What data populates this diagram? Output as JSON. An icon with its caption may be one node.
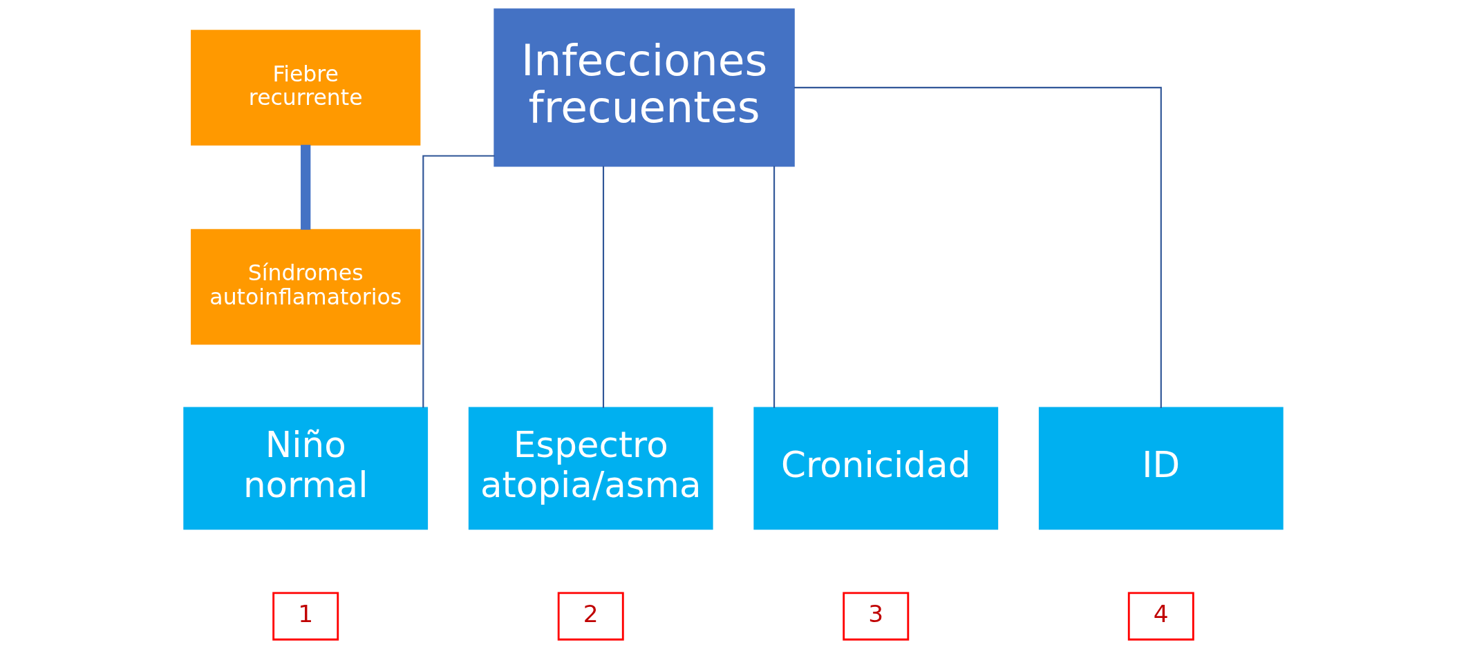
{
  "diagram": {
    "nodes": [
      {
        "text": [
          "Fiebre recurrente"
        ]
      },
      {
        "text": [
          "Síndromes autoinflamatorios"
        ]
      },
      {
        "text": [
          "Infecciones frecuentes"
        ]
      },
      {
        "text": [
          "Niño normal"
        ]
      },
      {
        "text": [
          "Espectro atopia/asma"
        ]
      },
      {
        "text": [
          "Cronicidad"
        ]
      },
      {
        "text": [
          "ID"
        ]
      },
      {
        "text": [
          "1"
        ]
      },
      {
        "text": [
          "2"
        ]
      },
      {
        "text": [
          "3"
        ]
      },
      {
        "text": [
          "4"
        ]
      }
    ],
    "edges": [
      {
        "from": 0,
        "to": 1,
        "arrow": "none",
        "style": "thick",
        "color": "#4472c4"
      },
      {
        "from": 2,
        "to": 3,
        "arrow": "none"
      },
      {
        "from": 2,
        "to": 4,
        "arrow": "none"
      },
      {
        "from": 2,
        "to": 5,
        "arrow": "none"
      },
      {
        "from": 2,
        "to": 6,
        "arrow": "none"
      }
    ]
  }
}
